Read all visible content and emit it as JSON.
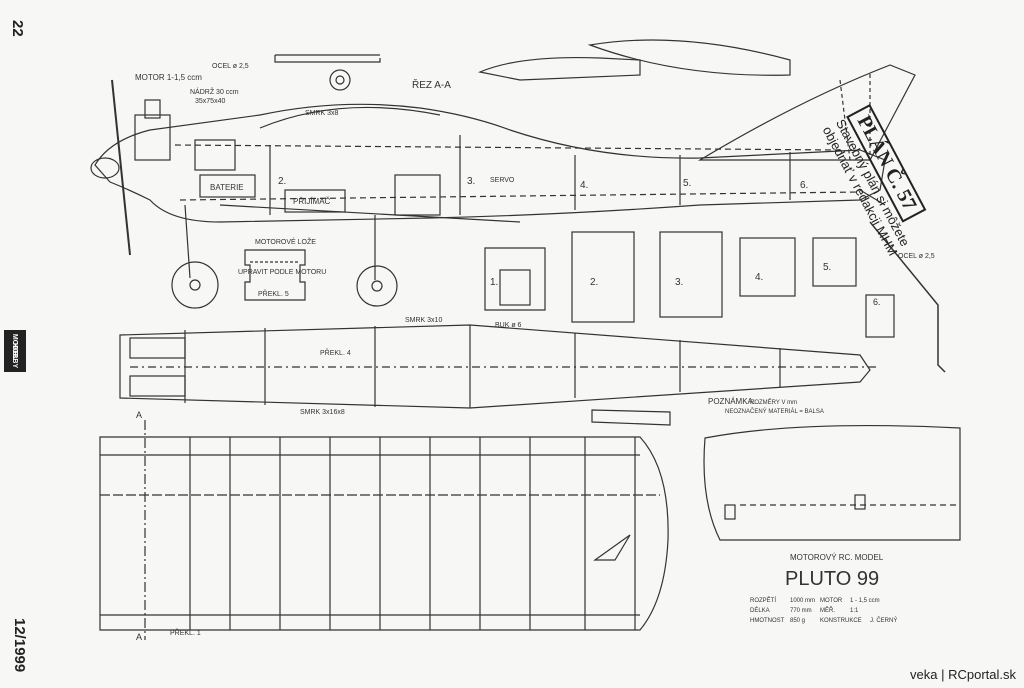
{
  "magazine": {
    "page_number": "22",
    "issue": "12/1999",
    "logo_top": "MODEL",
    "logo_bottom": "HOBBY"
  },
  "plan_stamp": {
    "title": "PLÁN Č. 57",
    "line1": "Stavebný plán si môžete",
    "line2": "objednať v redakcii MHM"
  },
  "labels": {
    "motor": "MOTOR 1-1,5 ccm",
    "nadrz": "NÁDRŽ 30 ccm",
    "nadrz_dims": "35x75x40",
    "ocel_top": "OCEL ø 2,5",
    "rez": "ŘEZ A-A",
    "smrk": "SMRK 3x8",
    "baterie": "BATERIE",
    "prijimac": "PŘIJÍMAČ",
    "serv": "SERVO",
    "n2": "2.",
    "n3": "3.",
    "n4": "4.",
    "n5": "5.",
    "n6": "6.",
    "motorove_loze": "MOTOROVÉ LOŽE",
    "upravit": "UPRAVIT PODLE MOTORU",
    "prekl5": "PŘEKL. 5",
    "ocel_right": "OCEL ø 2,5",
    "prekl4": "PŘEKL. 4",
    "smrk_bottom": "SMRK 3x10",
    "buk": "BUK ø 6",
    "smrk_3x16": "SMRK 3x16x8",
    "poznamka": "POZNÁMKA:",
    "rozmery": "ROZMĚRY V mm",
    "material": "NEOZNAČENÝ MATERIÁL = BALSA",
    "prekl1": "PŘEKL. 1",
    "a1": "A",
    "a2": "A"
  },
  "title_block": {
    "kind": "MOTOROVÝ RC. MODEL",
    "name": "PLUTO 99",
    "rozpeti_label": "ROZPĚTÍ",
    "rozpeti_value": "1000 mm",
    "delka_label": "DÉLKA",
    "delka_value": "770 mm",
    "hmotnost_label": "HMOTNOST",
    "hmotnost_value": "850 g",
    "motor_label": "MOTOR",
    "motor_value": "1 - 1,5 ccm",
    "meritko_label": "MĚŘ.",
    "meritko_value": "1:1",
    "konstrukce_label": "KONSTRUKCE",
    "konstrukce_value": "J. ČERNÝ"
  },
  "credit": "veka | RCportal.sk"
}
